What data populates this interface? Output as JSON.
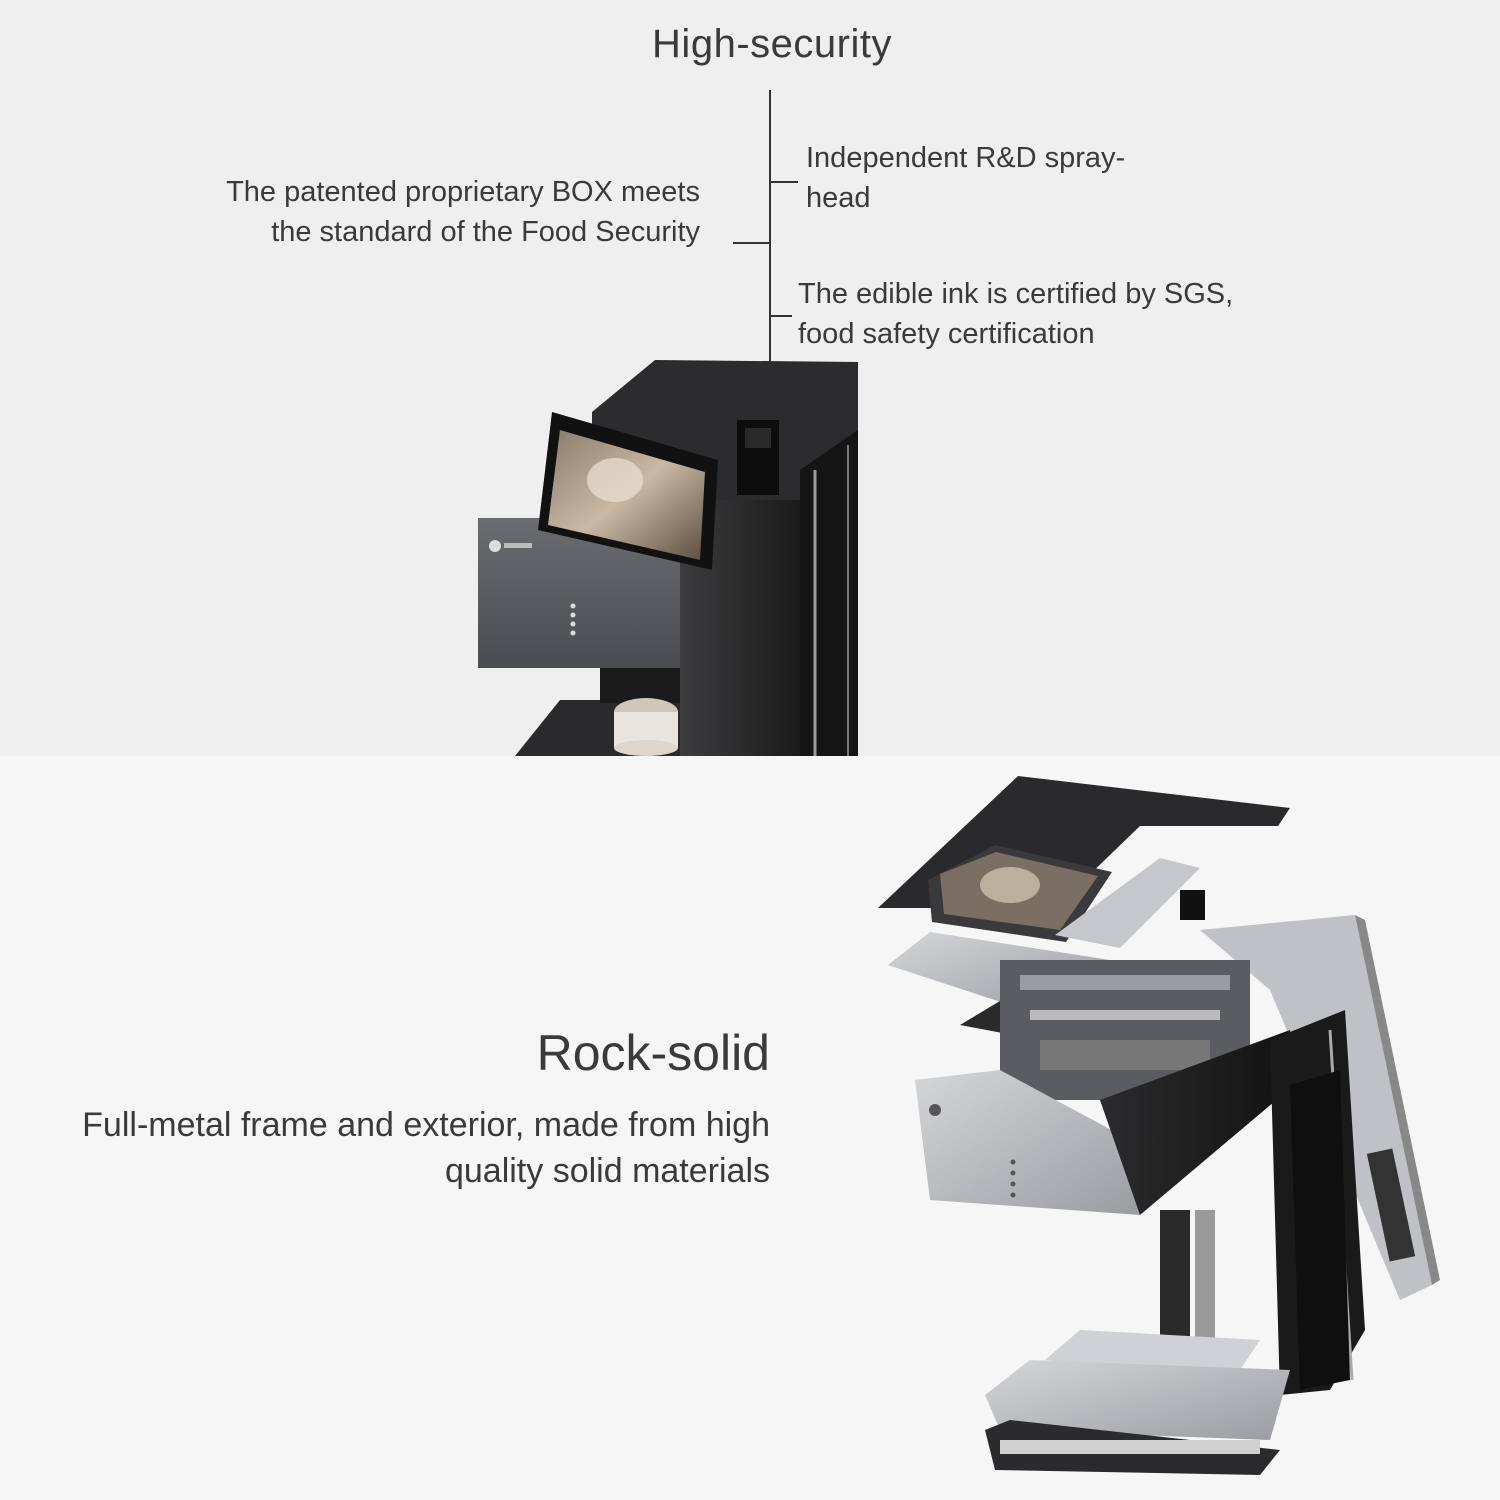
{
  "section_top": {
    "title": "High-security",
    "callouts": {
      "box": "The patented proprietary BOX meets the standard of the Food Security",
      "spray_head": "Independent R&D spray-head",
      "ink": "The edible ink is certified by SGS, food safety certification"
    }
  },
  "section_bottom": {
    "title": "Rock-solid",
    "description": "Full-metal frame and exterior, made from high quality solid materials"
  },
  "product_photos": {
    "assembled": "coffee-printer-assembled",
    "exploded": "coffee-printer-exploded"
  }
}
